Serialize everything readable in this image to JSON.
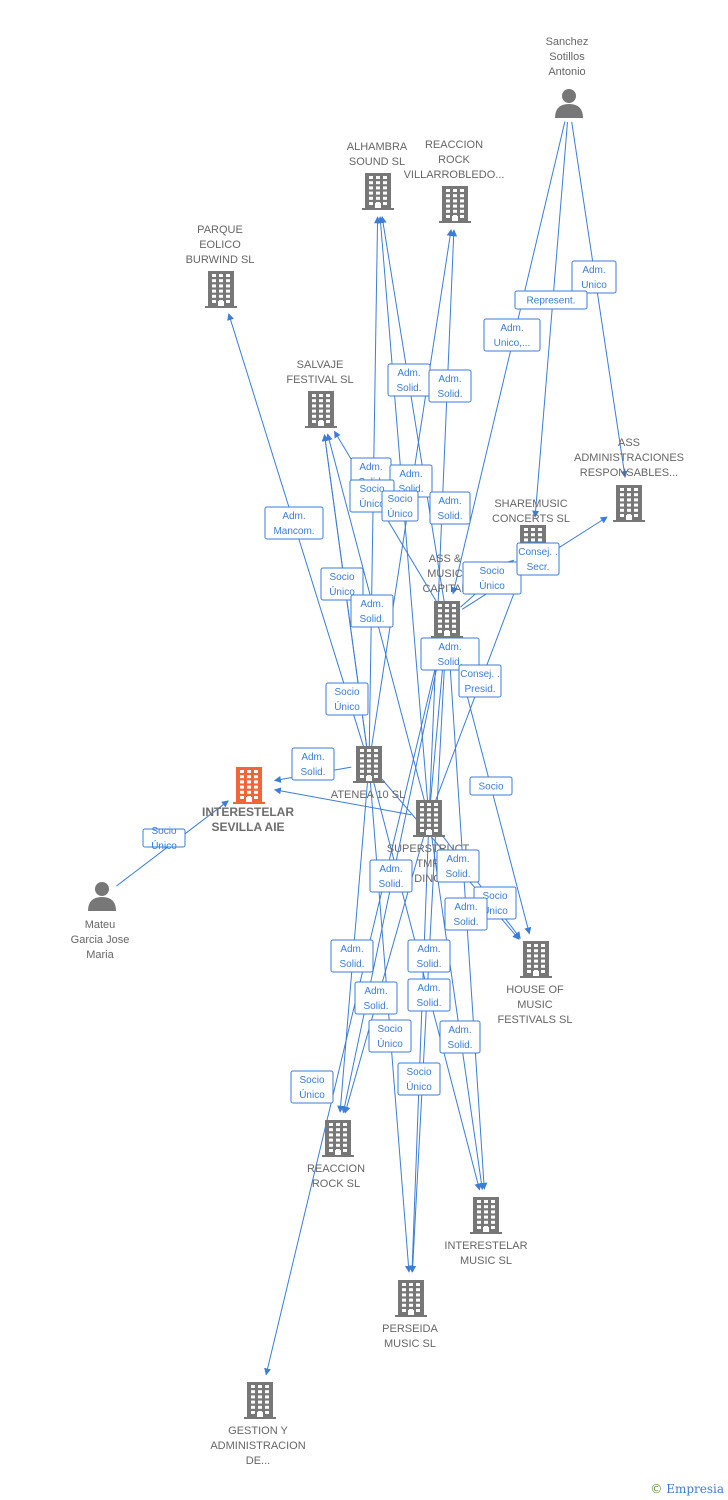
{
  "colors": {
    "company": "#777777",
    "focus": "#f2643a",
    "person": "#777777",
    "edge": "#3b7dd8",
    "label": "#666666"
  },
  "brand": {
    "copyright": "©",
    "name": "Empresia"
  },
  "nodes": [
    {
      "id": "sanchez",
      "type": "person",
      "icon": "person-icon",
      "lines": [
        "Sanchez",
        "Sotillos",
        "Antonio"
      ]
    },
    {
      "id": "alhambra",
      "type": "company",
      "icon": "building-icon",
      "lines": [
        "ALHAMBRA",
        "SOUND  SL"
      ]
    },
    {
      "id": "reaccion_villa",
      "type": "company",
      "icon": "building-icon",
      "lines": [
        "REACCION",
        "ROCK",
        "VILLARROBLEDO..."
      ]
    },
    {
      "id": "parque",
      "type": "company",
      "icon": "building-icon",
      "lines": [
        "PARQUE",
        "EOLICO",
        "BURWIND  SL"
      ]
    },
    {
      "id": "salvaje",
      "type": "company",
      "icon": "building-icon",
      "lines": [
        "SALVAJE",
        "FESTIVAL  SL"
      ]
    },
    {
      "id": "ass_admin",
      "type": "company",
      "icon": "building-icon",
      "lines": [
        "ASS",
        "ADMINISTRACIONES",
        "RESPONSABLES..."
      ]
    },
    {
      "id": "sharemusic",
      "type": "company",
      "icon": "building-icon",
      "lines": [
        "SHAREMUSIC",
        "CONCERTS  SL"
      ]
    },
    {
      "id": "ass_music",
      "type": "company",
      "icon": "building-icon",
      "lines": [
        "ASS &",
        "MUSIC",
        "CAPITAL"
      ]
    },
    {
      "id": "interestelar_aie",
      "type": "focus",
      "icon": "building-icon",
      "lines": [
        "INTERESTELAR",
        "SEVILLA AIE"
      ]
    },
    {
      "id": "atenea",
      "type": "company",
      "icon": "building-icon",
      "lines": [
        "ATENEA 10 SL"
      ]
    },
    {
      "id": "superstruct",
      "type": "company",
      "icon": "building-icon",
      "lines": [
        "SUPERSTRUCT",
        "TMP",
        "DING"
      ]
    },
    {
      "id": "mateu",
      "type": "person",
      "icon": "person-icon",
      "lines": [
        "Mateu",
        "Garcia Jose",
        "Maria"
      ]
    },
    {
      "id": "house",
      "type": "company",
      "icon": "building-icon",
      "lines": [
        "HOUSE OF",
        "MUSIC",
        "FESTIVALS  SL"
      ]
    },
    {
      "id": "reaccion_rock",
      "type": "company",
      "icon": "building-icon",
      "lines": [
        "REACCION",
        "ROCK SL"
      ]
    },
    {
      "id": "interestelar_music",
      "type": "company",
      "icon": "building-icon",
      "lines": [
        "INTERESTELAR",
        "MUSIC  SL"
      ]
    },
    {
      "id": "perseida",
      "type": "company",
      "icon": "building-icon",
      "lines": [
        "PERSEIDA",
        "MUSIC  SL"
      ]
    },
    {
      "id": "gestion",
      "type": "company",
      "icon": "building-icon",
      "lines": [
        "GESTION Y",
        "ADMINISTRACION",
        "DE..."
      ]
    }
  ],
  "edges": [
    {
      "from": "sanchez",
      "to": "ass_admin",
      "lines": [
        "Adm.",
        "Unico"
      ]
    },
    {
      "from": "sanchez",
      "to": "sharemusic",
      "lines": [
        "Represent."
      ]
    },
    {
      "from": "sanchez",
      "to": "ass_music",
      "lines": [
        "Adm.",
        "Unico,..."
      ]
    },
    {
      "from": "atenea",
      "to": "parque",
      "lines": [
        "Adm.",
        "Mancom."
      ]
    },
    {
      "from": "atenea",
      "to": "alhambra",
      "lines": [
        "Adm.",
        "Solid."
      ]
    },
    {
      "from": "atenea",
      "to": "reaccion_villa",
      "lines": [
        "Adm.",
        "Solid."
      ]
    },
    {
      "from": "atenea",
      "to": "salvaje",
      "lines": [
        "Adm.",
        "Solid."
      ]
    },
    {
      "from": "superstruct",
      "to": "salvaje",
      "lines": [
        "Adm.",
        "Solid."
      ]
    },
    {
      "from": "superstruct",
      "to": "alhambra",
      "lines": [
        "Adm.",
        "Solid."
      ]
    },
    {
      "from": "ass_music",
      "to": "alhambra",
      "lines": [
        "Socio",
        "Único"
      ]
    },
    {
      "from": "superstruct",
      "to": "reaccion_villa",
      "lines": [
        "Socio",
        "Único"
      ]
    },
    {
      "from": "atenea",
      "to": "salvaje",
      "lines": [
        "Adm.",
        "Solid."
      ]
    },
    {
      "from": "ass_music",
      "to": "salvaje",
      "lines": [
        "Socio",
        "Único"
      ]
    },
    {
      "from": "ass_music",
      "to": "sharemusic",
      "lines": [
        "Consej. .",
        "Secr."
      ]
    },
    {
      "from": "ass_music",
      "to": "ass_admin",
      "lines": [
        "Socio",
        "Único"
      ]
    },
    {
      "from": "superstruct",
      "to": "interestelar_aie",
      "lines": [
        "Adm.",
        "Solid."
      ]
    },
    {
      "from": "atenea",
      "to": "interestelar_aie",
      "lines": [
        "Adm.",
        "Solid."
      ]
    },
    {
      "from": "superstruct",
      "to": "ass_music",
      "lines": [
        "Consej. .",
        "Presid."
      ]
    },
    {
      "from": "superstruct",
      "to": "sharemusic",
      "lines": [
        "Socio",
        "Único"
      ]
    },
    {
      "from": "mateu",
      "to": "interestelar_aie",
      "lines": [
        "Socio"
      ]
    },
    {
      "from": "ass_music",
      "to": "house",
      "lines": [
        "Adm.",
        "Solid."
      ]
    },
    {
      "from": "atenea",
      "to": "house",
      "lines": [
        "Adm.",
        "Solid."
      ]
    },
    {
      "from": "superstruct",
      "to": "house",
      "lines": [
        "Socio",
        "Único"
      ]
    },
    {
      "from": "atenea",
      "to": "interestelar_music",
      "lines": [
        "Adm.",
        "Solid."
      ]
    },
    {
      "from": "superstruct",
      "to": "reaccion_rock",
      "lines": [
        "Adm.",
        "Solid."
      ]
    },
    {
      "from": "atenea",
      "to": "reaccion_rock",
      "lines": [
        "Adm.",
        "Solid."
      ]
    },
    {
      "from": "atenea",
      "to": "perseida",
      "lines": [
        "Adm.",
        "Solid."
      ]
    },
    {
      "from": "superstruct",
      "to": "interestelar_music",
      "lines": [
        "Adm.",
        "Solid."
      ]
    },
    {
      "from": "ass_music",
      "to": "reaccion_rock",
      "lines": [
        "Socio",
        "Único"
      ]
    },
    {
      "from": "superstruct",
      "to": "perseida",
      "lines": [
        "Adm.",
        "Solid."
      ]
    },
    {
      "from": "ass_music",
      "to": "interestelar_music",
      "lines": [
        "Socio",
        "Único"
      ]
    },
    {
      "from": "ass_music",
      "to": "perseida",
      "lines": [
        "Socio",
        "Único"
      ]
    },
    {
      "from": "ass_music",
      "to": "gestion",
      "lines": [
        "Socio",
        "Único"
      ]
    }
  ]
}
